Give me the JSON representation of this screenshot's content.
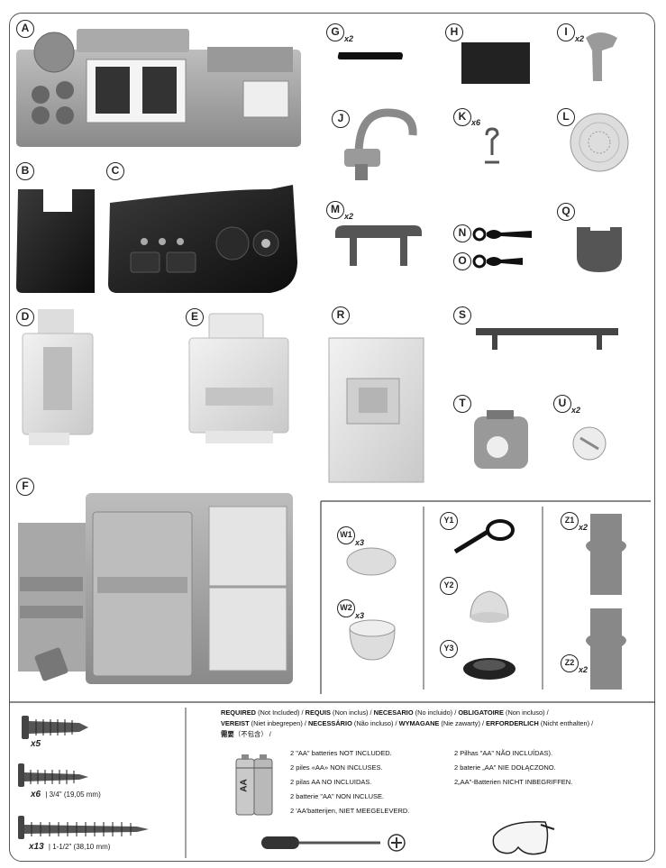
{
  "parts": [
    {
      "id": "A",
      "qty": ""
    },
    {
      "id": "B",
      "qty": ""
    },
    {
      "id": "C",
      "qty": ""
    },
    {
      "id": "D",
      "qty": ""
    },
    {
      "id": "E",
      "qty": ""
    },
    {
      "id": "F",
      "qty": ""
    },
    {
      "id": "G",
      "qty": "x2"
    },
    {
      "id": "H",
      "qty": ""
    },
    {
      "id": "I",
      "qty": "x2"
    },
    {
      "id": "J",
      "qty": ""
    },
    {
      "id": "K",
      "qty": "x6"
    },
    {
      "id": "L",
      "qty": ""
    },
    {
      "id": "M",
      "qty": "x2"
    },
    {
      "id": "N",
      "qty": ""
    },
    {
      "id": "O",
      "qty": ""
    },
    {
      "id": "Q",
      "qty": ""
    },
    {
      "id": "R",
      "qty": ""
    },
    {
      "id": "S",
      "qty": ""
    },
    {
      "id": "T",
      "qty": ""
    },
    {
      "id": "U",
      "qty": "x2"
    }
  ],
  "sub_parts": [
    {
      "id": "W1",
      "qty": "x3"
    },
    {
      "id": "W2",
      "qty": "x3"
    },
    {
      "id": "Y1",
      "qty": ""
    },
    {
      "id": "Y2",
      "qty": ""
    },
    {
      "id": "Y3",
      "qty": ""
    },
    {
      "id": "Z1",
      "qty": "x2"
    },
    {
      "id": "Z2",
      "qty": "x2"
    }
  ],
  "hardware": [
    {
      "qty": "x5",
      "size": ""
    },
    {
      "qty": "x6",
      "size": "3/4\" (19,05 mm)"
    },
    {
      "qty": "x13",
      "size": "1-1/2\" (38,10 mm)"
    }
  ],
  "required": {
    "line1": [
      {
        "bold": "REQUIRED",
        "rest": " (Not Included)  /  "
      },
      {
        "bold": "REQUIS",
        "rest": " (Non inclus)  /  "
      },
      {
        "bold": "NECESARIO",
        "rest": " (No incluido)  /  "
      },
      {
        "bold": "OBLIGATOIRE",
        "rest": " (Non incluso)  /"
      }
    ],
    "line2": [
      {
        "bold": "VEREIST",
        "rest": " (Niet inbegrepen)  /  "
      },
      {
        "bold": "NECESSÁRIO",
        "rest": " (Não incluso)  /  "
      },
      {
        "bold": "WYMAGANE",
        "rest": " (Nie zawarty)  /  "
      },
      {
        "bold": "ERFORDERLICH",
        "rest": " (Nicht enthalten)  /"
      }
    ],
    "line3": [
      {
        "bold": "需要",
        "rest": "（不包含）  /"
      }
    ]
  },
  "batteries_left": [
    "2 \"AA\" batteries NOT INCLUDED.",
    "2 piles «AA» NON INCLUSES.",
    "2 pilas AA NO INCLUIDAS.",
    "2 batterie \"AA\" NON INCLUSE.",
    "2 'AA'batterijen, NIET MEEGELEVERD."
  ],
  "batteries_right": [
    "2 Pilhas \"AA\" NÃO INCLUÍDAS).",
    "2 baterie „AA\" NIE DOŁĄCZONO.",
    "2„AA\"-Batterien NICHT INBEGRIFFEN."
  ],
  "battery_label": "AA",
  "colors": {
    "frame": "#555555",
    "gray_part": "#9c9c9c",
    "light_part": "#dedede",
    "black_part": "#1e1e1e"
  }
}
